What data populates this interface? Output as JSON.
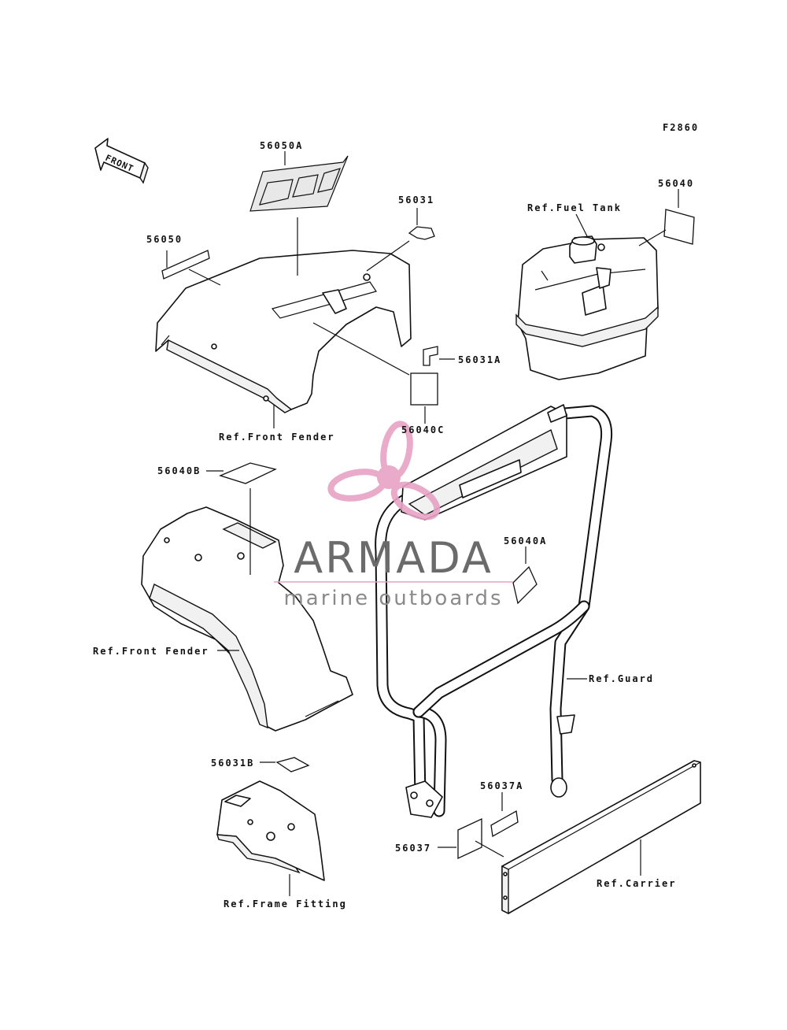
{
  "figure_code": "F2860",
  "front_arrow": "FRONT",
  "labels": {
    "p56050A": "56050A",
    "p56031": "56031",
    "p56040": "56040",
    "fuel_tank": "Ref.Fuel Tank",
    "p56050": "56050",
    "p56031A": "56031A",
    "p56040C": "56040C",
    "front_fender_top": "Ref.Front Fender",
    "p56040B": "56040B",
    "p56040A": "56040A",
    "front_fender_left": "Ref.Front Fender",
    "guard": "Ref.Guard",
    "p56031B": "56031B",
    "p56037A": "56037A",
    "p56037": "56037",
    "carrier": "Ref.Carrier",
    "frame_fitting": "Ref.Frame Fitting"
  },
  "watermark": {
    "brand": "ARMADA",
    "tagline": "marine outboards",
    "accent_color": "#e7a2c4",
    "text_color": "#6b6b6b"
  }
}
